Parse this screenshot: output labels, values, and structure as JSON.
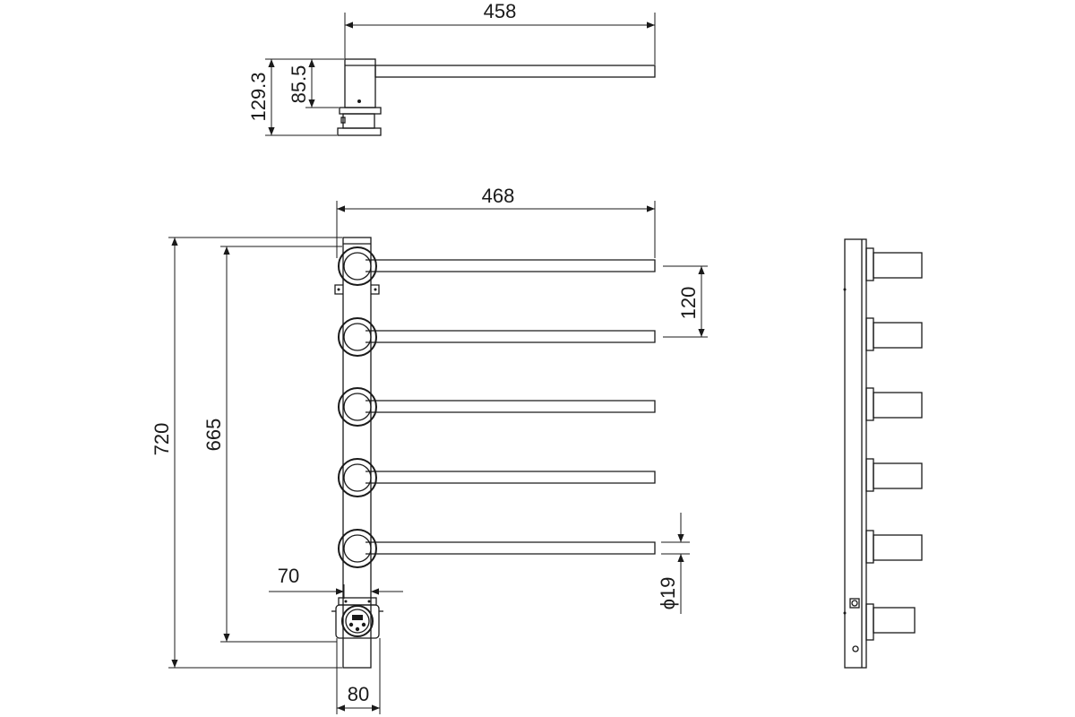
{
  "dimensions": {
    "top_length": "458",
    "top_height_total": "129.3",
    "top_height_part": "85.5",
    "front_width": "468",
    "total_height": "720",
    "bar_span": "665",
    "bar_spacing": "120",
    "bracket_offset": "70",
    "bar_diameter": "ϕ19",
    "base_width": "80"
  },
  "colors": {
    "line": "#1a1a1a",
    "background": "#ffffff"
  }
}
